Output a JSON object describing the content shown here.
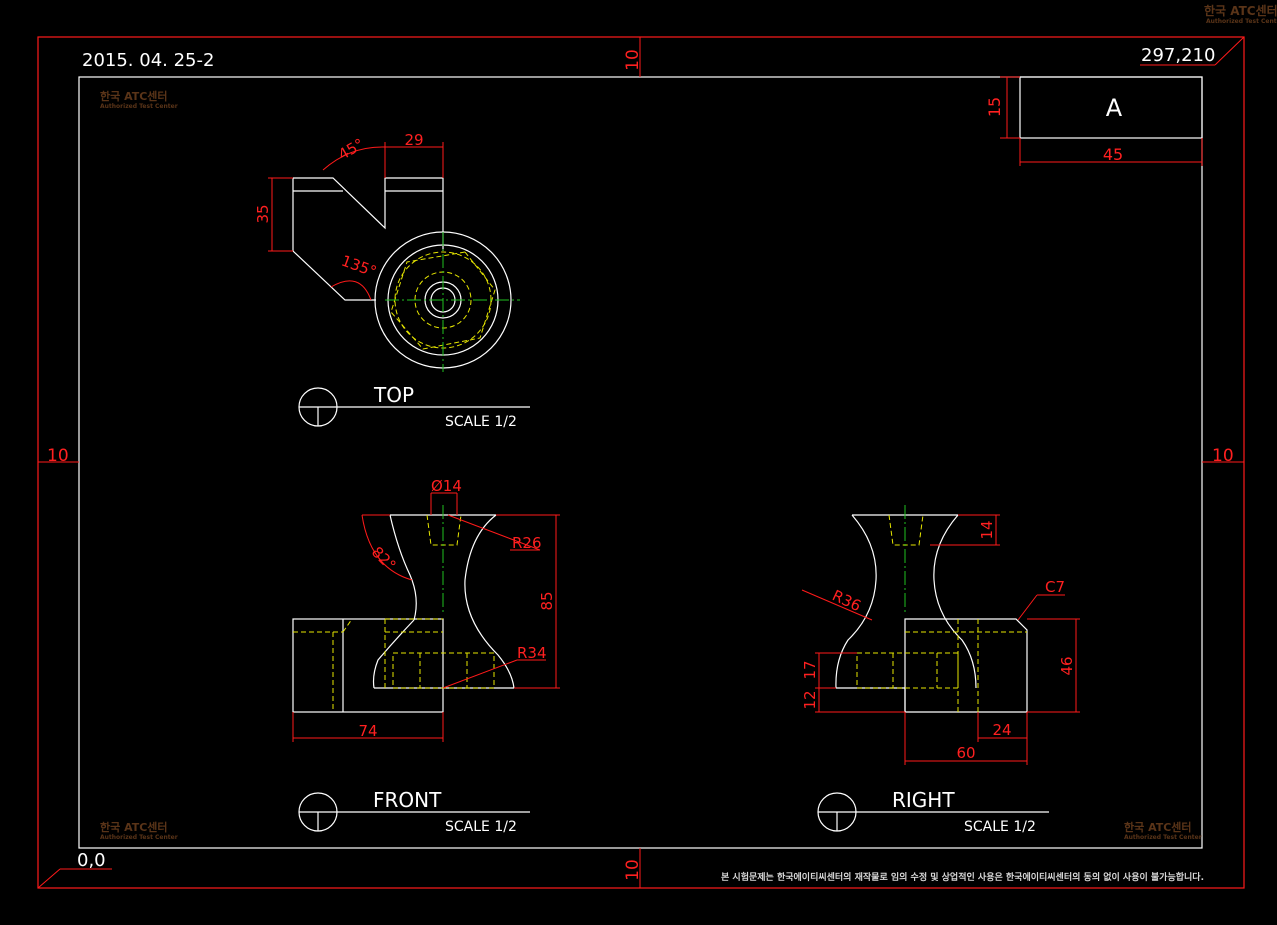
{
  "drawing": {
    "date_code": "2015. 04. 25-2",
    "sheet_size": "297,210",
    "origin": "0,0",
    "margin_top": "10",
    "margin_bottom": "10",
    "margin_left": "10",
    "margin_right": "10",
    "notice": "본 시험문제는 한국에이티씨센터의 재작물로 임의 수정 및 상업적인 사용은 한국에이티씨센터의 동의 없이 사용이 불가능합니다."
  },
  "watermark": {
    "brand": "한국 ATC센터",
    "sub": "Authorized Test Center"
  },
  "title_block": {
    "letter": "A",
    "height_dim": "15",
    "width_dim": "45"
  },
  "views": {
    "top": {
      "label": "TOP",
      "scale": "SCALE 1/2"
    },
    "front": {
      "label": "FRONT",
      "scale": "SCALE 1/2"
    },
    "right": {
      "label": "RIGHT",
      "scale": "SCALE 1/2"
    }
  },
  "dimensions": {
    "top_angle_45": "45°",
    "top_width_29": "29",
    "top_height_35": "35",
    "top_angle_135": "135°",
    "front_dia_14": "Ø14",
    "front_r26": "R26",
    "front_angle_82": "82°",
    "front_height_85": "85",
    "front_r34": "R34",
    "front_width_74": "74",
    "right_depth_14": "14",
    "right_c7": "C7",
    "right_r36": "R36",
    "right_height_46": "46",
    "right_17": "17",
    "right_12": "12",
    "right_24": "24",
    "right_60": "60"
  },
  "colors": {
    "border": "#ff1a1a",
    "outline": "#ffffff",
    "hidden": "#e6e600",
    "center": "#20c020"
  }
}
